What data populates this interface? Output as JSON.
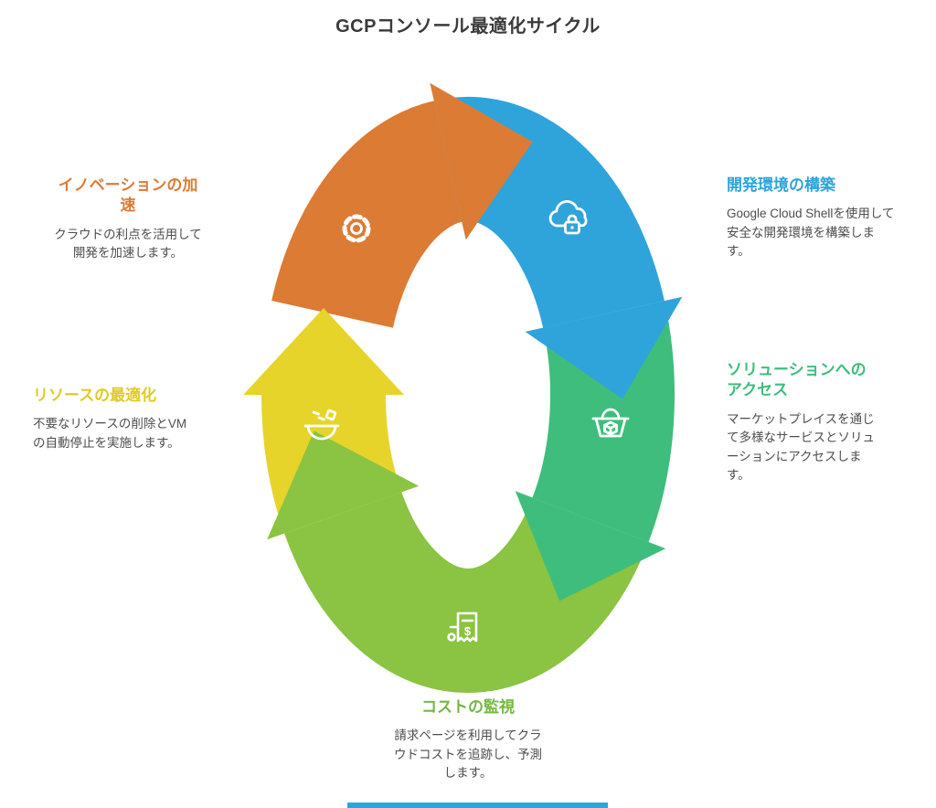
{
  "title": "GCPコンソール最適化サイクル",
  "footer_bar_color": "#2EA4DB",
  "steps": [
    {
      "id": "innovation",
      "heading": "イノベーションの加速",
      "body": "クラウドの利点を活用して開発を加速します。",
      "color": "#DC7B34",
      "heading_color": "#DC7B34",
      "icon": "gear-icon"
    },
    {
      "id": "dev-environment",
      "heading": "開発環境の構築",
      "body": "Google Cloud Shellを使用して安全な開発環境を構築します。",
      "color": "#2EA4DB",
      "heading_color": "#2EA4DB",
      "icon": "cloud-lock-icon"
    },
    {
      "id": "solutions-access",
      "heading": "ソリューションへのアクセス",
      "body": "マーケットプレイスを通じて多様なサービスとソリューションにアクセスします。",
      "color": "#3FBD7D",
      "heading_color": "#3FBD7D",
      "icon": "basket-icon"
    },
    {
      "id": "cost-monitoring",
      "heading": "コストの監視",
      "body": "請求ページを利用してクラウドコストを追跡し、予測します。",
      "color": "#8BC342",
      "heading_color": "#74B843",
      "icon": "invoice-icon"
    },
    {
      "id": "resource-optimization",
      "heading": "リソースの最適化",
      "body": "不要なリソースの削除とVMの自動停止を実施します。",
      "color": "#E6D42B",
      "heading_color": "#DECB28",
      "icon": "bowl-icon"
    }
  ]
}
